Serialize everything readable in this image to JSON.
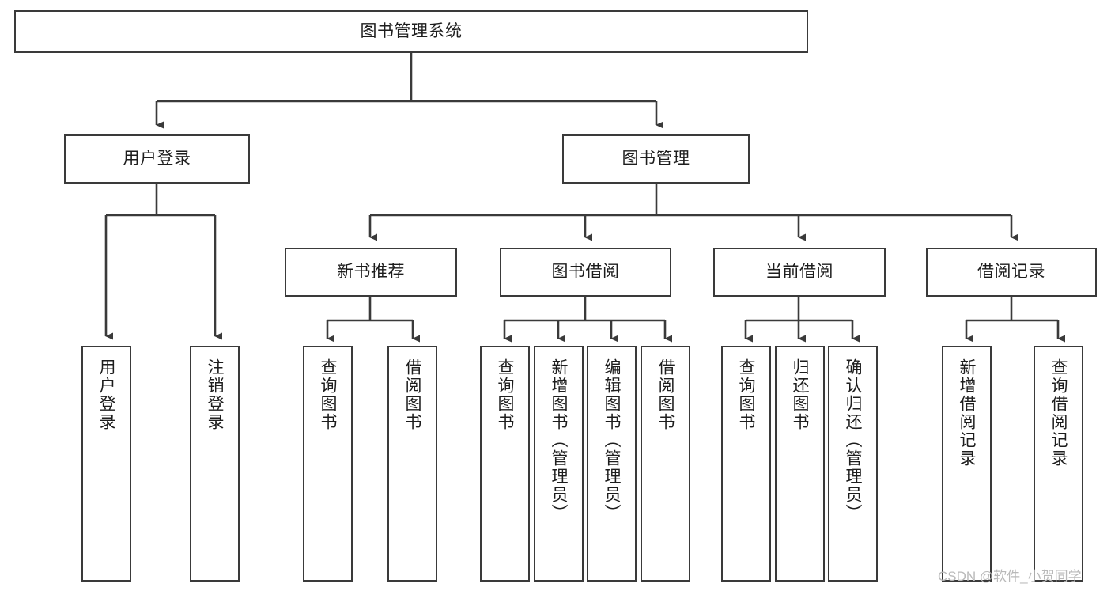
{
  "diagram": {
    "type": "tree-hierarchy-diagram",
    "title": "图书管理系统",
    "orientation": "top-down",
    "watermark": "CSDN @软件_小贺同学",
    "colors": {
      "box_border": "#3a3a3a",
      "box_fill": "#ffffff",
      "connector": "#3a3a3a",
      "text": "#1d1d1d",
      "watermark": "#b9b9b9",
      "background": "#ffffff"
    },
    "nodes": {
      "root": {
        "label": "图书管理系统",
        "level": 1
      },
      "level2": [
        {
          "id": "user-login",
          "label": "用户登录"
        },
        {
          "id": "book-manage",
          "label": "图书管理"
        }
      ],
      "level3": [
        {
          "id": "new-book-recommend",
          "label": "新书推荐"
        },
        {
          "id": "book-borrow",
          "label": "图书借阅"
        },
        {
          "id": "current-borrow",
          "label": "当前借阅"
        },
        {
          "id": "borrow-record",
          "label": "借阅记录"
        }
      ],
      "leaves": {
        "user-login": [
          {
            "id": "leaf-user-login",
            "label": "用户登录"
          },
          {
            "id": "leaf-user-logout",
            "label": "注销登录"
          }
        ],
        "new-book-recommend": [
          {
            "id": "leaf-query-book-1",
            "label": "查询图书"
          },
          {
            "id": "leaf-borrow-book-1",
            "label": "借阅图书"
          }
        ],
        "book-borrow": [
          {
            "id": "leaf-query-book-2",
            "label": "查询图书"
          },
          {
            "id": "leaf-add-book",
            "label": "新增图书（管理员）"
          },
          {
            "id": "leaf-edit-book",
            "label": "编辑图书（管理员）"
          },
          {
            "id": "leaf-borrow-book-2",
            "label": "借阅图书"
          }
        ],
        "current-borrow": [
          {
            "id": "leaf-query-book-3",
            "label": "查询图书"
          },
          {
            "id": "leaf-return-book",
            "label": "归还图书"
          },
          {
            "id": "leaf-confirm-return",
            "label": "确认归还（管理员）"
          }
        ],
        "borrow-record": [
          {
            "id": "leaf-add-record",
            "label": "新增借阅记录"
          },
          {
            "id": "leaf-query-record",
            "label": "查询借阅记录"
          }
        ]
      }
    }
  }
}
